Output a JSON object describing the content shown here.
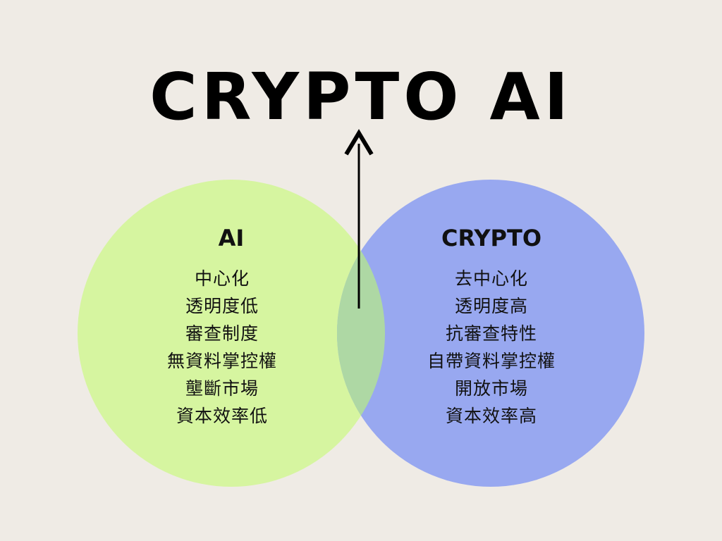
{
  "title": "CRYPTO AI",
  "colors": {
    "background": "#efebe5",
    "ai_circle": "#d6f5a0",
    "crypto_circle": "#98a8f0",
    "overlap": "#aed8a4",
    "arrow": "#000000"
  },
  "left_set": {
    "label": "AI",
    "items": [
      "中心化",
      "透明度低",
      "審查制度",
      "無資料掌控權",
      "壟斷市場",
      "資本效率低"
    ]
  },
  "right_set": {
    "label": "CRYPTO",
    "items": [
      "去中心化",
      "透明度高",
      "抗審查特性",
      "自帶資料掌控權",
      "開放市場",
      "資本效率高"
    ]
  }
}
